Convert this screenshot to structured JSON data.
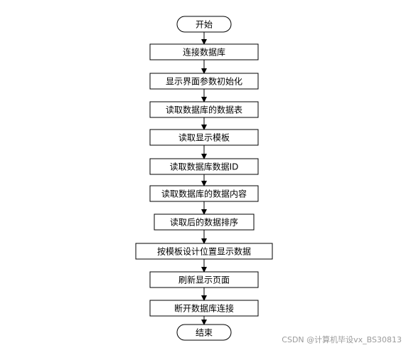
{
  "flowchart": {
    "start": {
      "label": "开始"
    },
    "steps": [
      {
        "label": "连接数据库"
      },
      {
        "label": "显示界面参数初始化"
      },
      {
        "label": "读取数据库的数据表"
      },
      {
        "label": "读取显示模板"
      },
      {
        "label": "读取数据库数据ID"
      },
      {
        "label": "读取数据库的数据内容"
      },
      {
        "label": "读取后的数据排序"
      },
      {
        "label": "按模板设计位置显示数据"
      },
      {
        "label": "刷新显示页面"
      },
      {
        "label": "断开数据库连接"
      }
    ],
    "end": {
      "label": "结束"
    }
  },
  "watermark": {
    "text": "CSDN @计算机毕设vx_BS30813"
  },
  "colors": {
    "stroke": "#000000",
    "fill": "#ffffff"
  }
}
